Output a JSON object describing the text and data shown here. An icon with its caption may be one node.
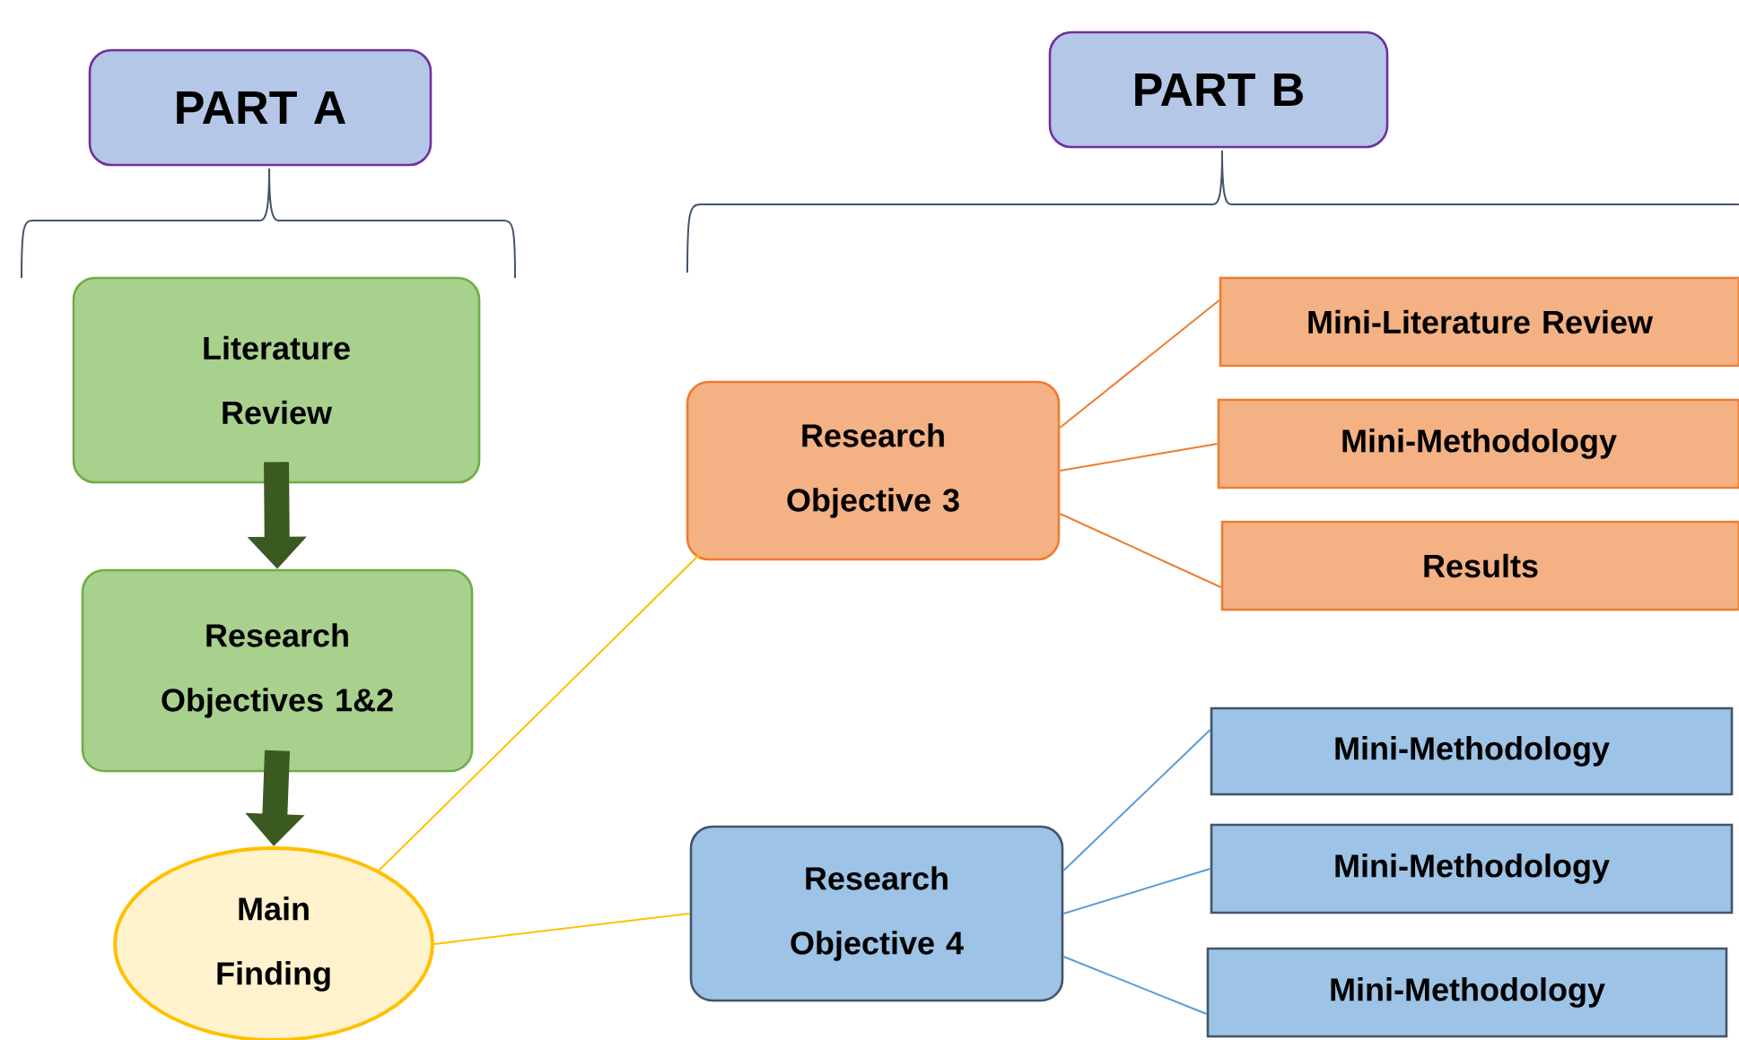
{
  "diagram": {
    "nodes": [
      {
        "text": [
          "PART A"
        ]
      },
      {
        "text": [
          "Literature Review"
        ]
      },
      {
        "text": [
          "Research Objectives 1&2"
        ]
      },
      {
        "text": [
          "Main Finding"
        ]
      },
      {
        "text": [
          "PART B"
        ]
      },
      {
        "text": [
          "Research Objective 3"
        ]
      },
      {
        "text": [
          "Mini-Literature Review"
        ]
      },
      {
        "text": [
          "Mini-Methodology"
        ]
      },
      {
        "text": [
          "Results"
        ]
      },
      {
        "text": [
          "Research Objective 4"
        ]
      },
      {
        "text": [
          "Mini-Methodology"
        ]
      },
      {
        "text": [
          "Mini-Methodology"
        ]
      },
      {
        "text": [
          "Mini-Methodology"
        ]
      }
    ],
    "edges": [
      {
        "from": 1,
        "to": 2,
        "arrow": "to",
        "style": "thick",
        "color": "#3b5a22"
      },
      {
        "from": 2,
        "to": 3,
        "arrow": "to",
        "style": "thick",
        "color": "#3b5a22"
      },
      {
        "from": 3,
        "to": 5,
        "arrow": "none",
        "color": "#ffc000"
      },
      {
        "from": 3,
        "to": 9,
        "arrow": "none",
        "color": "#ffc000"
      },
      {
        "from": 5,
        "to": 6,
        "arrow": "none",
        "color": "#ed7d31"
      },
      {
        "from": 5,
        "to": 7,
        "arrow": "none",
        "color": "#ed7d31"
      },
      {
        "from": 5,
        "to": 8,
        "arrow": "none",
        "color": "#ed7d31"
      },
      {
        "from": 9,
        "to": 10,
        "arrow": "none",
        "color": "#5b9bd5"
      },
      {
        "from": 9,
        "to": 11,
        "arrow": "none",
        "color": "#5b9bd5"
      },
      {
        "from": 9,
        "to": 12,
        "arrow": "none",
        "color": "#5b9bd5"
      }
    ]
  }
}
